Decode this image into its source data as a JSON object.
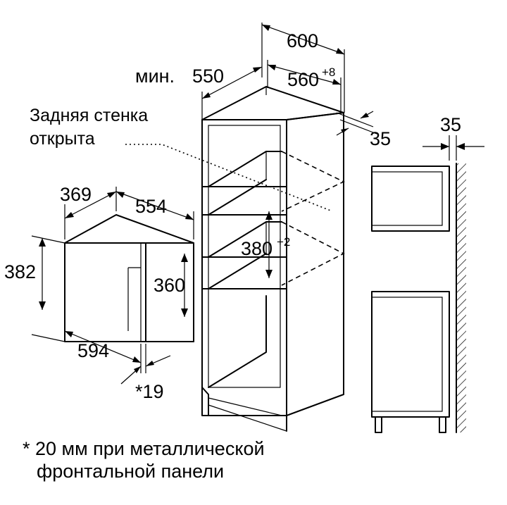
{
  "labels": {
    "cabinet_depth": "600",
    "min_depth_prefix": "мин.",
    "min_depth": "550",
    "niche_depth": "560",
    "niche_depth_tol": "+8",
    "back_gap": "35",
    "rear_wall_note_line1": "Задняя стенка",
    "rear_wall_note_line2": "открыта",
    "niche_height": "380",
    "niche_height_tol": "+2",
    "appliance_depth": "369",
    "appliance_width_side": "554",
    "appliance_height": "382",
    "appliance_inner_height": "360",
    "appliance_width": "594",
    "front_panel": "*19",
    "side_gap": "35",
    "footnote_line1": "* 20 мм при металлической",
    "footnote_line2": "фронтальной панели"
  }
}
